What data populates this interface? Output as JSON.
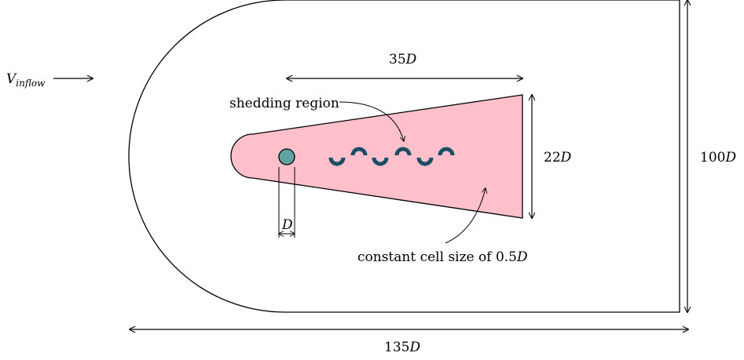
{
  "labels": {
    "inflow_symbol": "V",
    "inflow_subscript": "inflow",
    "wake_length": "35",
    "wake_height": "22",
    "domain_height": "100",
    "domain_length": "135",
    "cylinder_diameter": "D",
    "unit_symbol": "D",
    "shedding_region": "shedding region",
    "cell_size_text": "constant cell size of 0.5"
  },
  "colors": {
    "refinement_fill": "#ffc0cb",
    "cylinder_fill": "#5fa3a0",
    "vortex": "#1a4e66",
    "line": "#000000"
  }
}
